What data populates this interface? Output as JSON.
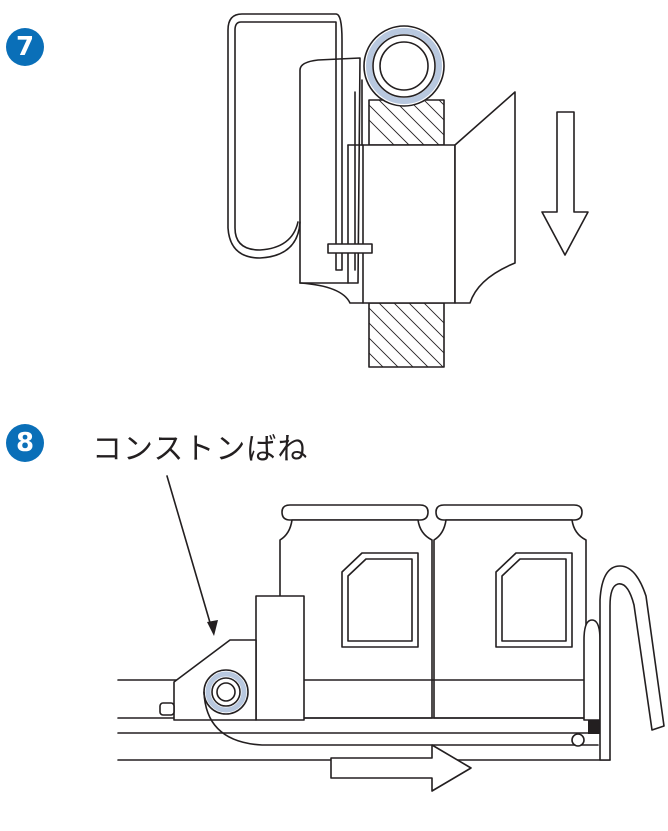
{
  "steps": [
    {
      "number": "7",
      "color": "#0a6fb8"
    },
    {
      "number": "8",
      "color": "#0a6fb8",
      "label": "コンストンばね"
    }
  ],
  "colors": {
    "line": "#231f20",
    "accent": "#0a6fb8",
    "spring_ring": "#b8c8df"
  },
  "icons": [
    "down-arrow-icon",
    "right-arrow-icon",
    "leader-arrow-icon"
  ]
}
